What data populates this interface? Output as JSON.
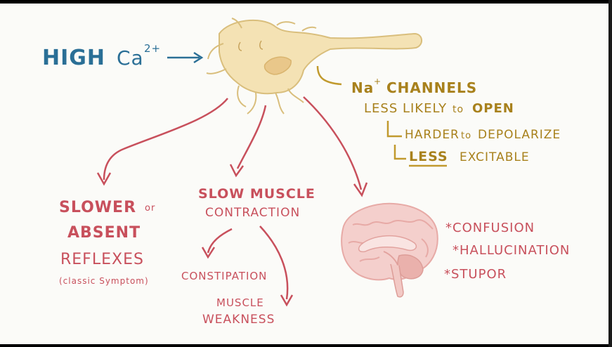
{
  "trigger": {
    "label": "HIGH",
    "ion": "Ca",
    "charge": "2+"
  },
  "mechanism": {
    "line1_ion": "Na",
    "line1_charge": "+",
    "line1_text": "CHANNELS",
    "line2_a": "LESS LIKELY",
    "line2_b": "to",
    "line2_c": "OPEN",
    "sub1_a": "HARDER",
    "sub1_b": "to",
    "sub1_c": "DEPOLARIZE",
    "sub2_a": "LESS",
    "sub2_b": "EXCITABLE"
  },
  "branches": {
    "reflexes": {
      "line1": "SLOWER",
      "or": "or",
      "line2": "ABSENT",
      "line3": "REFLEXES",
      "note": "(classic Symptom)"
    },
    "muscle": {
      "line1": "SLOW MUSCLE",
      "line2": "CONTRACTION",
      "child1": "CONSTIPATION",
      "child2_line1": "MUSCLE",
      "child2_line2": "WEAKNESS"
    },
    "brain": {
      "symptoms": [
        "*CONFUSION",
        "*HALLUCINATION",
        "*STUPOR"
      ]
    }
  },
  "colors": {
    "red": "#c8505c",
    "gold": "#a8811c",
    "blue": "#2a6f96",
    "neuron": "#f4e2b4",
    "brain": "#f4cfcc"
  }
}
